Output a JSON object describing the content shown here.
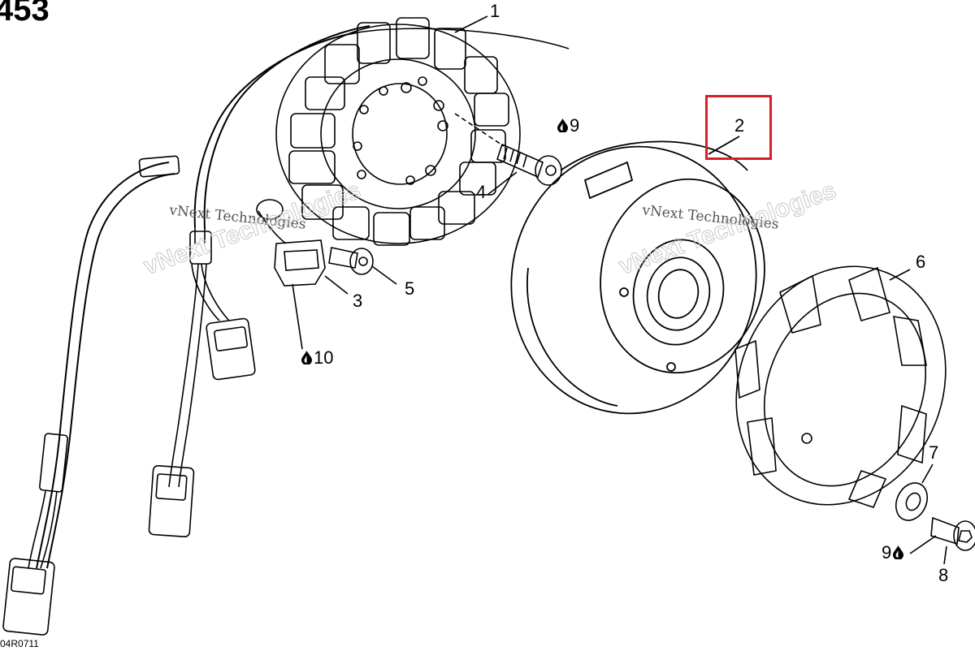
{
  "page": {
    "page_number": "453",
    "reference_code": "04R0711"
  },
  "watermark": {
    "text": "vNext Technologies"
  },
  "callouts": {
    "c1": "1",
    "c2": "2",
    "c3": "3",
    "c4": "4",
    "c5": "5",
    "c6": "6",
    "c7": "7",
    "c8": "8",
    "c9_top": "9",
    "c9_bottom": "9",
    "c10": "10"
  },
  "icons": {
    "drop": "oil-drop-icon"
  },
  "colors": {
    "highlight": "#d91f26",
    "line": "#000000"
  }
}
